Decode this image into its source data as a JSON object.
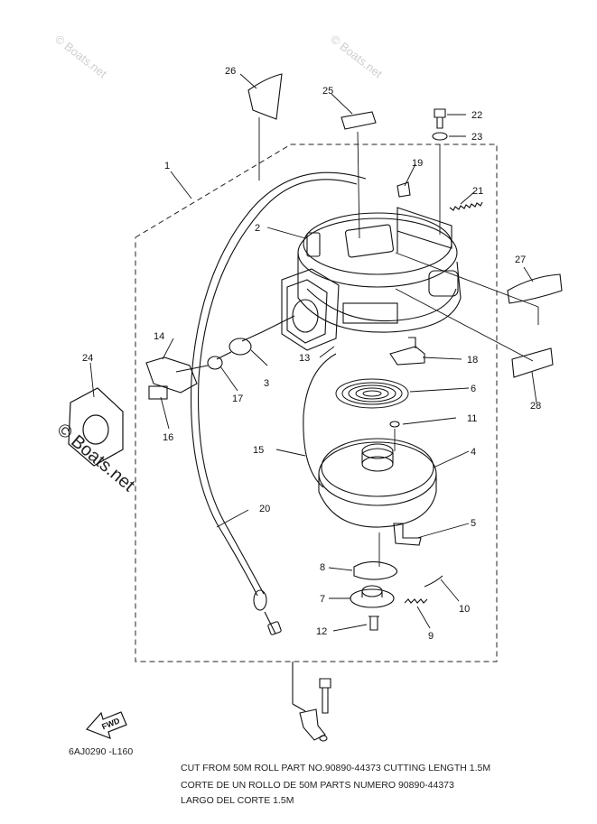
{
  "watermarks": [
    "© Boats.net",
    "© Boats.net",
    "© Boats.net"
  ],
  "callouts": {
    "p1": "1",
    "p2": "2",
    "p3": "3",
    "p4": "4",
    "p5": "5",
    "p6": "6",
    "p7": "7",
    "p8": "8",
    "p9": "9",
    "p10": "10",
    "p11": "11",
    "p12": "12",
    "p13": "13",
    "p14": "14",
    "p15": "15",
    "p16": "16",
    "p17": "17",
    "p18": "18",
    "p19": "19",
    "p20": "20",
    "p21": "21",
    "p22": "22",
    "p23": "23",
    "p24": "24",
    "p25": "25",
    "p26": "26",
    "p27": "27",
    "p28": "28"
  },
  "fwd_label": "FWD",
  "diagram_code": "6AJ0290 -L160",
  "footer_lines": [
    "CUT FROM 50M ROLL  PART NO.90890-44373 CUTTING LENGTH 1.5M",
    "CORTE DE UN ROLLO DE 50M PARTS NUMERO 90890-44373",
    "LARGO DEL CORTE 1.5M"
  ]
}
